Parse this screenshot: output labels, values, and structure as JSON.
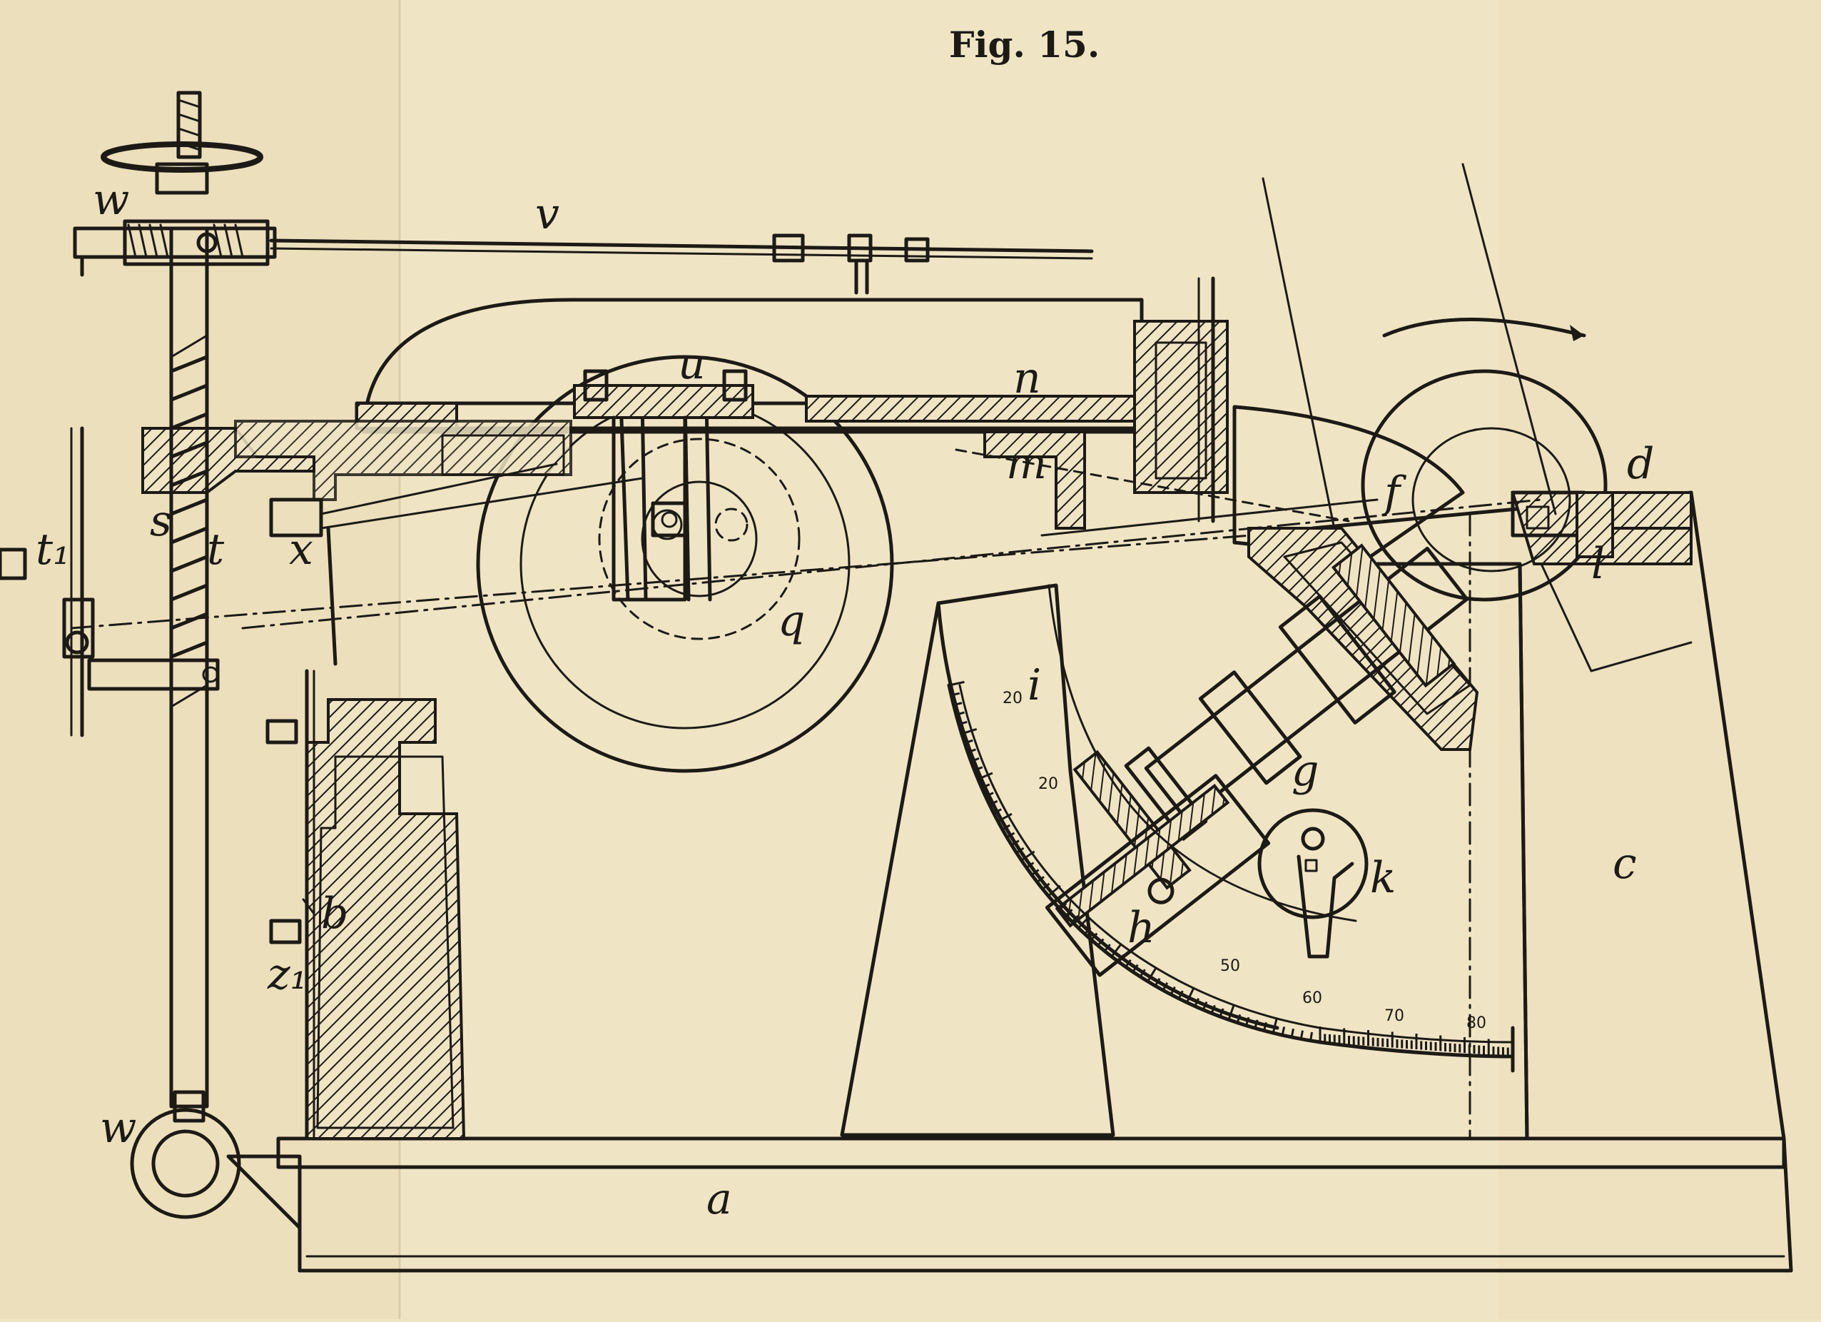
{
  "figure": {
    "title": "Fig. 15."
  },
  "labels": {
    "w": "w",
    "v": "v",
    "n": "n",
    "u": "u",
    "m": "m",
    "f": "f",
    "d": "d",
    "s": "s",
    "t": "t",
    "t1": "t₁",
    "x": "x",
    "q": "q",
    "i": "i",
    "g": "g",
    "k": "k",
    "h": "h",
    "b": "b",
    "z1": "z₁",
    "c": "c",
    "l": "l",
    "w_lower": "w",
    "a": "a"
  },
  "scale_ticks": [
    "50",
    "60",
    "70",
    "80",
    "20",
    "20"
  ],
  "colors": {
    "paper": "#efe4c4",
    "ink": "#1d1a16",
    "faint": "#cdbf9b"
  }
}
